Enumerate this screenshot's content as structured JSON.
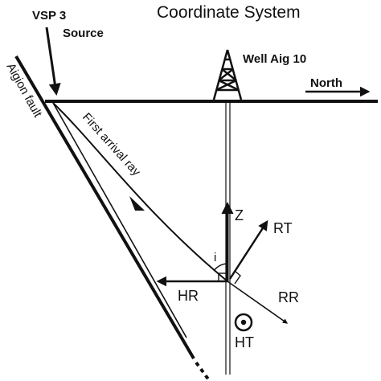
{
  "title": "Coordinate System",
  "source_line1": "VSP 3",
  "source_line2": "Source",
  "well_label": "Well Aig 10",
  "north_label": "North",
  "fault_label": "Aigion fault",
  "ray_label": "First arrival ray",
  "axes": {
    "z": "Z",
    "rt": "RT",
    "hr": "HR",
    "rr": "RR",
    "ht": "HT",
    "angle": "i"
  },
  "colors": {
    "ink": "#111111",
    "background": "#ffffff"
  }
}
